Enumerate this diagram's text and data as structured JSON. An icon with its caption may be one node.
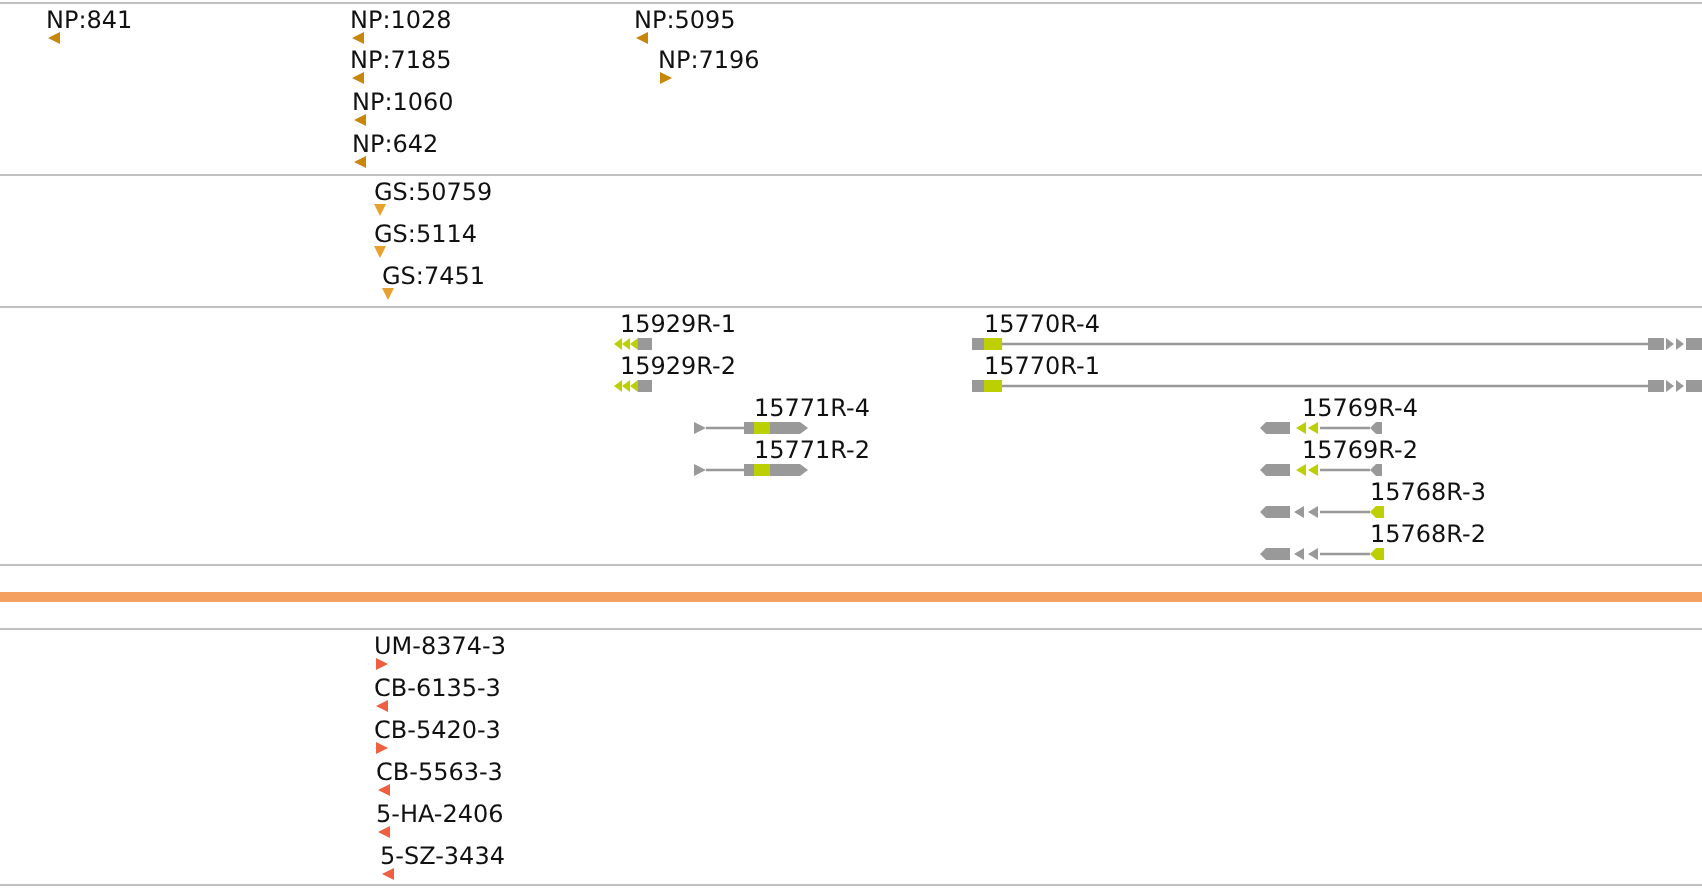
{
  "diagram": {
    "labels": [
      "NP:841",
      "NP:1028",
      "NP:5095",
      "NP:7185",
      "NP:7196",
      "NP:1060",
      "NP:642",
      "GS:50759",
      "GS:5114",
      "GS:7451",
      "15929R-1",
      "15770R-4",
      "15929R-2",
      "15770R-1",
      "15771R-4",
      "15769R-4",
      "15771R-2",
      "15769R-2",
      "15768R-3",
      "15768R-2",
      "UM-8374-3",
      "CB-6135-3",
      "CB-5420-3",
      "CB-5563-3",
      "5-HA-2406",
      "5-SZ-3434"
    ]
  }
}
